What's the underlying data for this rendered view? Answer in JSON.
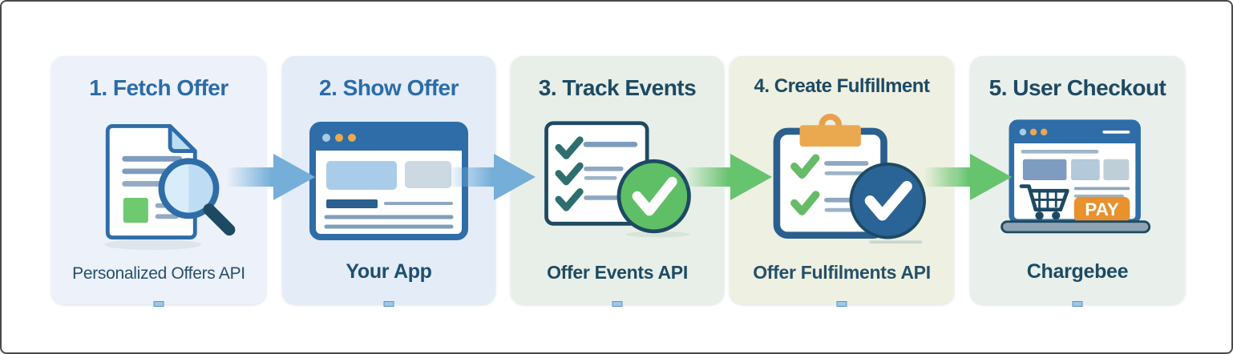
{
  "steps": [
    {
      "title": "1. Fetch Offer",
      "label": "Personalized Offers API",
      "icon": "document-search-icon",
      "bg": "#edf1fa",
      "title_color": "#2b6ca8",
      "label_color": "#24506b"
    },
    {
      "title": "2. Show Offer",
      "label": "Your App",
      "icon": "browser-window-icon",
      "bg": "#e4ecf8",
      "title_color": "#2b6ca8",
      "label_color": "#1d4f70"
    },
    {
      "title": "3. Track Events",
      "label": "Offer Events API",
      "icon": "checklist-check-icon",
      "bg": "#e8efe8",
      "title_color": "#1d4a63",
      "label_color": "#1d4a63"
    },
    {
      "title": "4. Create Fulfillment",
      "label": "Offer Fulfilments API",
      "icon": "clipboard-check-icon",
      "bg": "#eef0e1",
      "title_color": "#1d4a63",
      "label_color": "#24506b"
    },
    {
      "title": "5. User Checkout",
      "label": "Chargebee",
      "icon": "laptop-checkout-icon",
      "bg": "#e9f0ec",
      "title_color": "#1d4a63",
      "label_color": "#1d4a63",
      "pay_button_label": "PAY"
    }
  ],
  "arrows": [
    {
      "direction": "right",
      "color": "#74aed9"
    },
    {
      "direction": "right",
      "color": "#74aed9"
    },
    {
      "direction": "right",
      "color": "#67c46e"
    },
    {
      "direction": "right",
      "color": "#67c46e"
    }
  ],
  "palette": {
    "blue_accent": "#2e6da8",
    "navy": "#1d4a63",
    "green_check": "#66bb66",
    "green_circle": "#5fbf66",
    "blue_circle": "#2a6496",
    "orange_clip": "#eba94f",
    "pay_orange": "#e8912d",
    "line_gray": "#8fa8c0"
  }
}
